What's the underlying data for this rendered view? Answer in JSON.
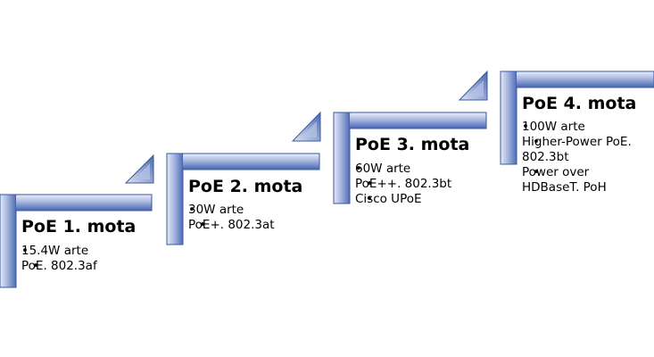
{
  "steps": [
    {
      "title": "PoE 1. mota",
      "bullets": [
        "15.4W arte",
        "PoE. 802.3af"
      ]
    },
    {
      "title": "PoE 2. mota",
      "bullets": [
        "30W arte",
        "PoE+. 802.3at"
      ]
    },
    {
      "title": "PoE 3. mota",
      "bullets": [
        "60W arte",
        "PoE++. 802.3bt",
        "Cisco UPoE"
      ]
    },
    {
      "title": "PoE 4. mota",
      "bullets": [
        "100W arte",
        "Higher-Power PoE. 802.3bt",
        "Power over HDBaseT. PoH"
      ]
    }
  ],
  "colors": {
    "bar_light": "#c9d3ea",
    "bar_dark": "#5d78bd",
    "bar_outline": "#39599f"
  }
}
